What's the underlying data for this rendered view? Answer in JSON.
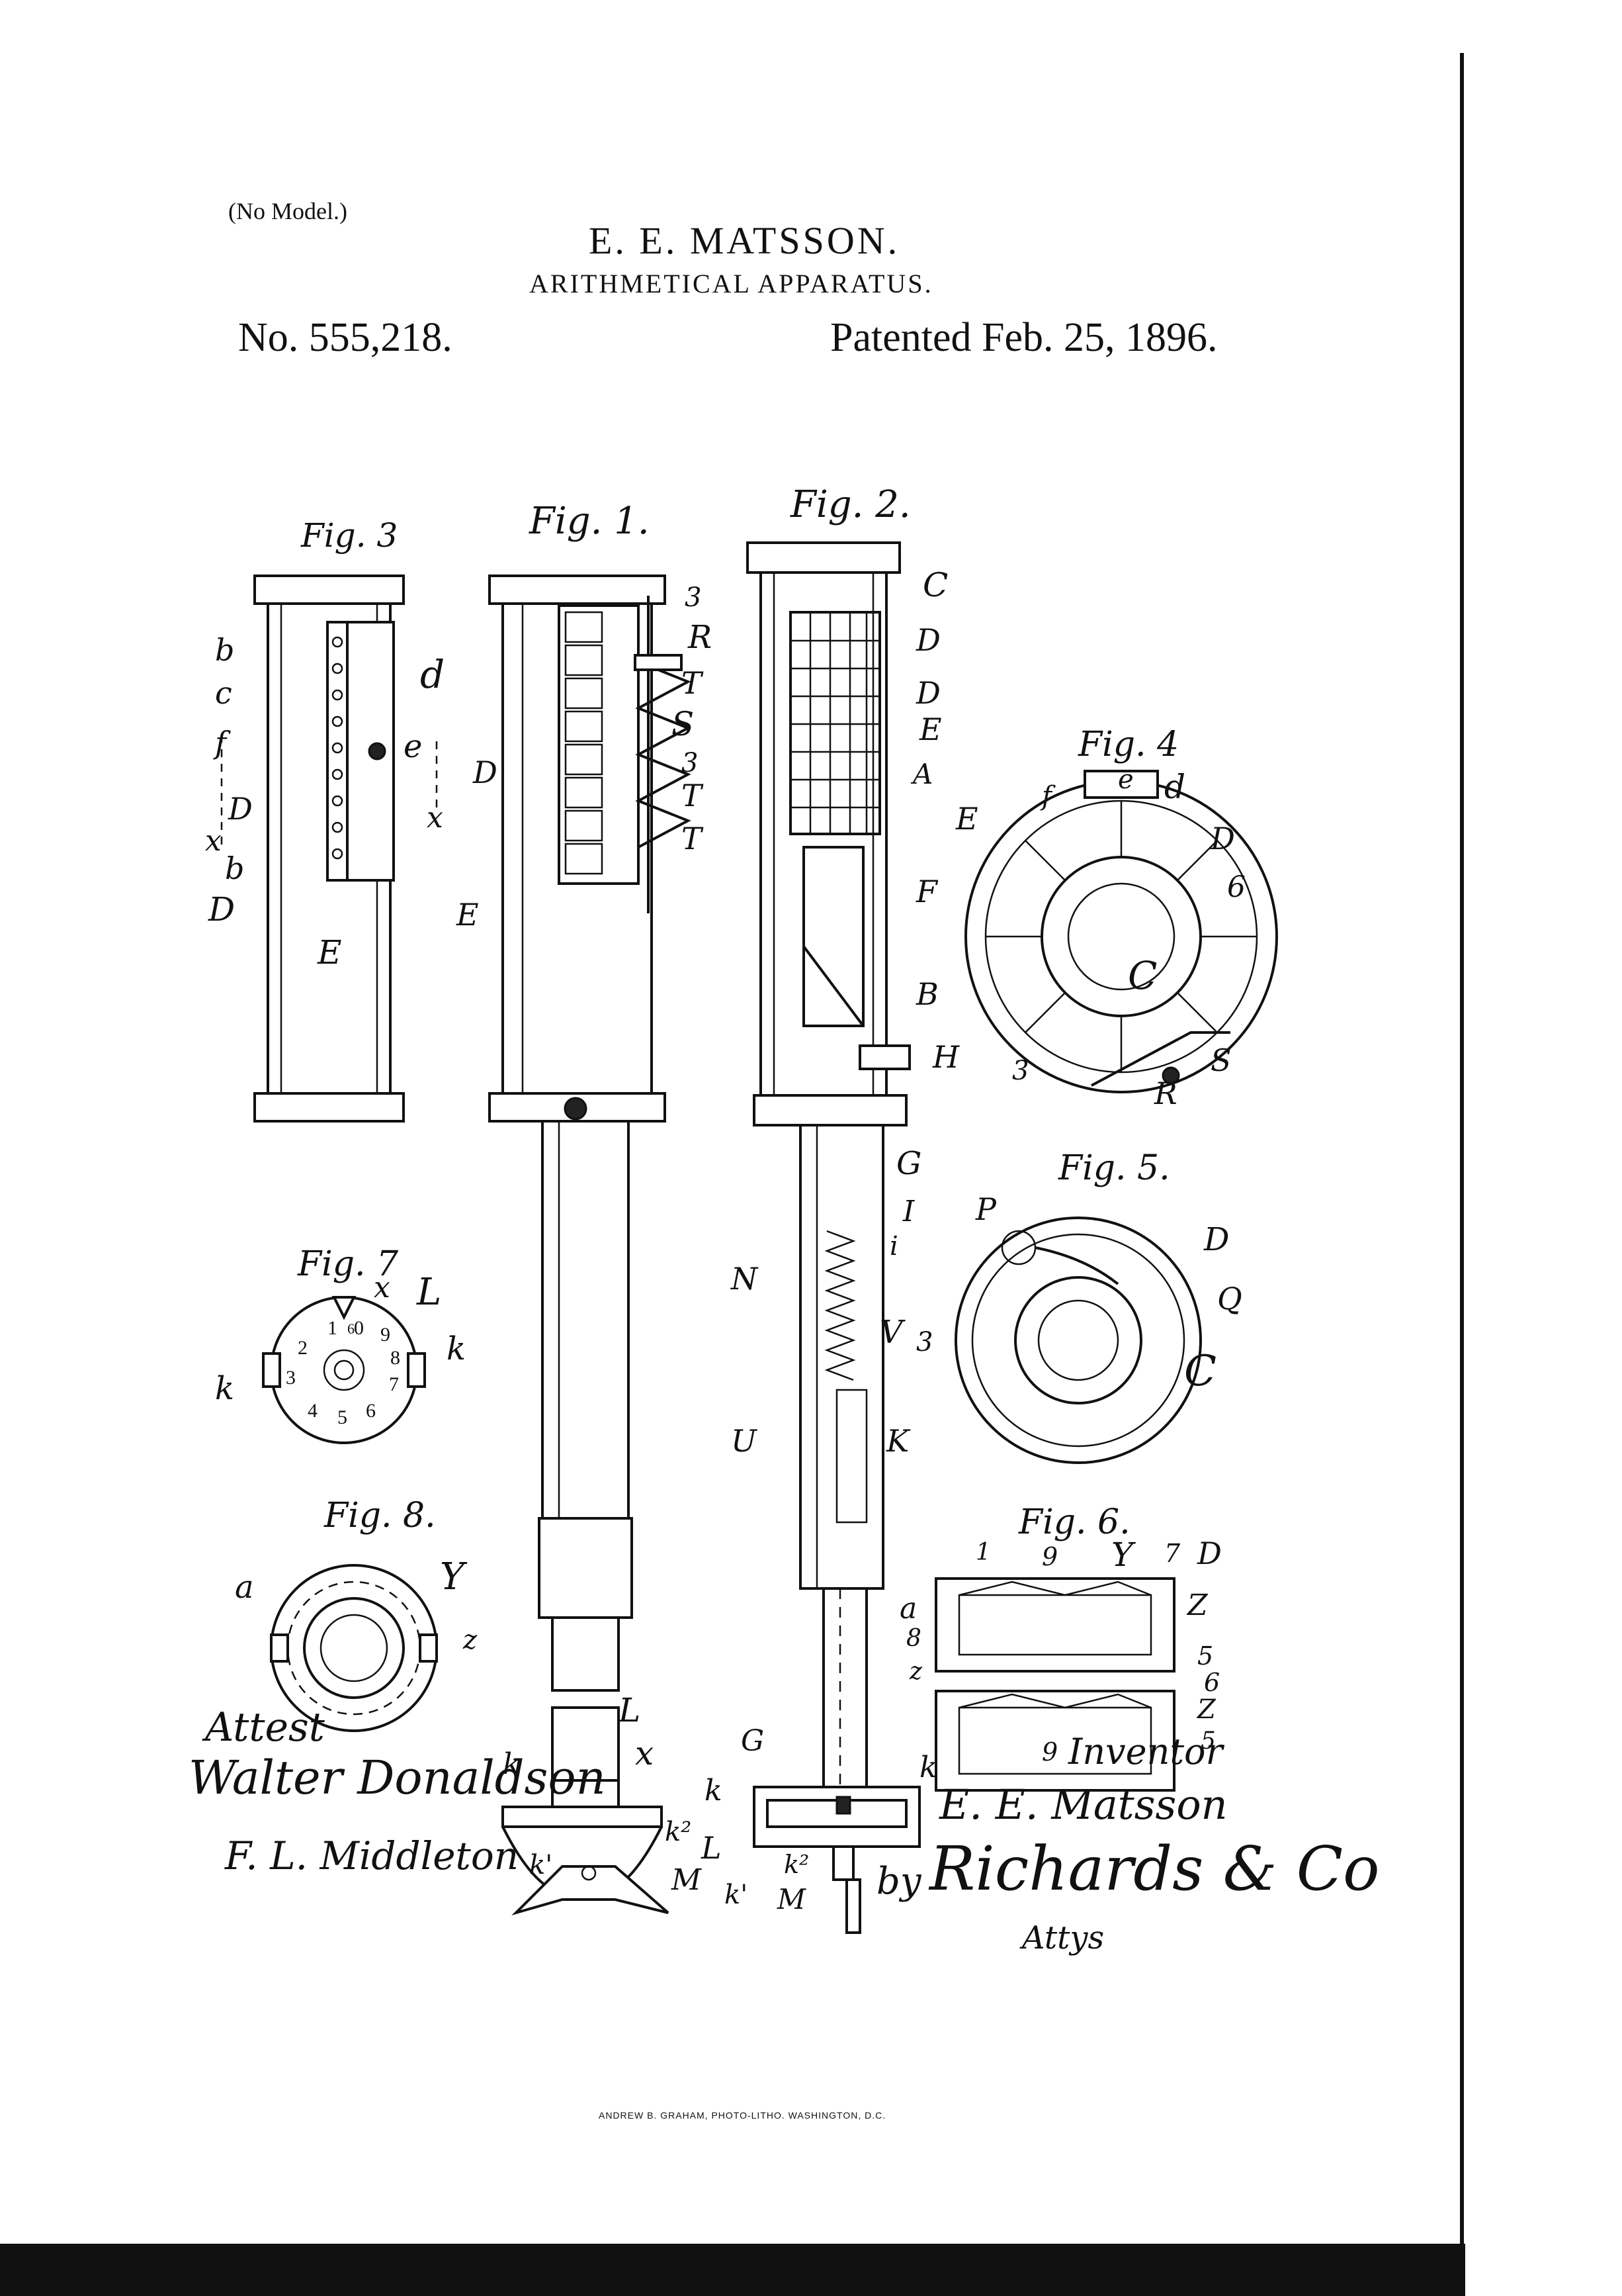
{
  "header": {
    "model_note": "(No Model.)",
    "inventor": "E. E. MATSSON.",
    "title": "ARITHMETICAL APPARATUS.",
    "patent_number": "No. 555,218.",
    "patented_date": "Patented Feb. 25, 1896."
  },
  "figures": {
    "fig1": {
      "caption": "Fig. 1.",
      "labels": [
        "3",
        "R",
        "T",
        "S",
        "3",
        "T",
        "T",
        "D",
        "E",
        "k",
        "x",
        "L",
        "k²",
        "k'",
        "M"
      ]
    },
    "fig2": {
      "caption": "Fig. 2.",
      "labels": [
        "C",
        "D",
        "D",
        "E",
        "A",
        "F",
        "B",
        "H",
        "G",
        "I",
        "i",
        "N",
        "V",
        "U",
        "K",
        "G",
        "k",
        "k",
        "L",
        "k²",
        "k'",
        "M"
      ]
    },
    "fig3": {
      "caption": "Fig. 3",
      "labels": [
        "b",
        "c",
        "d",
        "f",
        "e",
        "D",
        "x",
        "x",
        "b",
        "D",
        "E"
      ]
    },
    "fig4": {
      "caption": "Fig. 4",
      "labels": [
        "f",
        "e",
        "d",
        "E",
        "D",
        "6",
        "C",
        "3",
        "S",
        "R"
      ]
    },
    "fig5": {
      "caption": "Fig. 5.",
      "labels": [
        "P",
        "D",
        "Q",
        "3",
        "C"
      ]
    },
    "fig6": {
      "caption": "Fig. 6.",
      "labels": [
        "1",
        "9",
        "Y",
        "7",
        "D",
        "a",
        "8",
        "Z",
        "z",
        "5",
        "6",
        "Z",
        "5",
        "9"
      ]
    },
    "fig7": {
      "caption": "Fig. 7",
      "labels": [
        "x",
        "L",
        "k",
        "k"
      ],
      "dial_numbers": [
        "1",
        "2",
        "3",
        "4",
        "5",
        "6",
        "7",
        "8",
        "9",
        "0",
        "6"
      ]
    },
    "fig8": {
      "caption": "Fig. 8.",
      "labels": [
        "a",
        "Y",
        "z"
      ]
    }
  },
  "signatures": {
    "attest": "Attest",
    "witness1": "Walter Donaldson",
    "witness2": "F. L. Middleton",
    "inventor_label": "Inventor",
    "inventor_sig": "E. E. Matsson",
    "by": "by",
    "attorney": "Richards & Co",
    "attys": "Attys"
  },
  "footer": {
    "printer": "ANDREW B. GRAHAM, PHOTO-LITHO. WASHINGTON, D.C."
  }
}
